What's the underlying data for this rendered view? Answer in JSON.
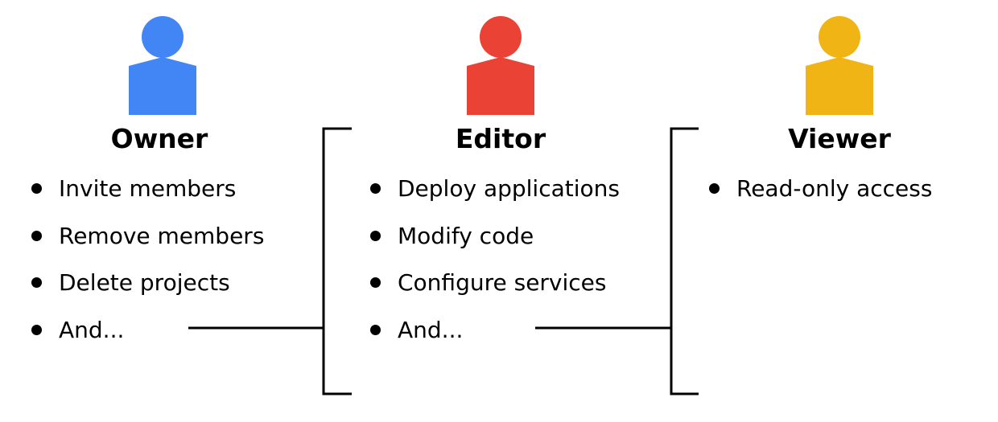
{
  "roles": [
    {
      "title": "Owner",
      "color": "#4285F4",
      "icon": "person-icon",
      "permissions": [
        "Invite members",
        "Remove members",
        "Delete projects",
        "And..."
      ]
    },
    {
      "title": "Editor",
      "color": "#EA4335",
      "icon": "person-icon",
      "permissions": [
        "Deploy applications",
        "Modify code",
        "Configure services",
        "And..."
      ]
    },
    {
      "title": "Viewer",
      "color": "#F0B414",
      "icon": "person-icon",
      "permissions": [
        "Read-only access"
      ]
    }
  ]
}
